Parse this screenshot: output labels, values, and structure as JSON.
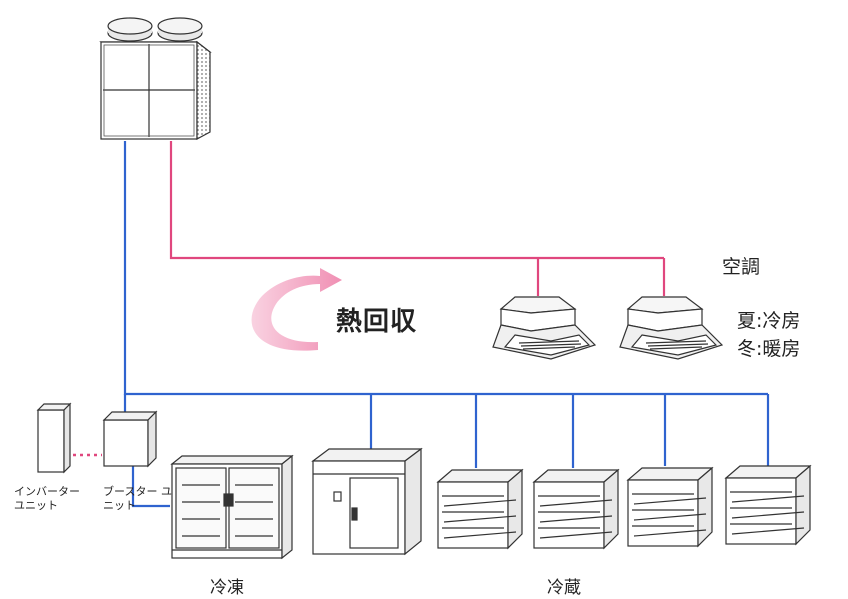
{
  "labels": {
    "aircon": "空調",
    "heat_recovery": "熱回収",
    "summer": "夏:冷房",
    "winter": "冬:暖房",
    "inverter_unit": "インバーター ユニット",
    "booster_unit": "ブースター ユニット",
    "freezing": "冷凍",
    "refrigeration": "冷蔵"
  },
  "colors": {
    "heat_line": "#e0477e",
    "cold_line": "#2f63cf",
    "outline": "#3a3a3a",
    "arrow": "#f4a6c4"
  },
  "icons": {
    "outdoor_unit": "outdoor-condensing-unit-icon",
    "cassette": "ceiling-cassette-icon",
    "freezer_case": "glass-door-freezer-icon",
    "cold_room": "walk-in-cold-room-icon",
    "showcase": "open-showcase-icon"
  }
}
